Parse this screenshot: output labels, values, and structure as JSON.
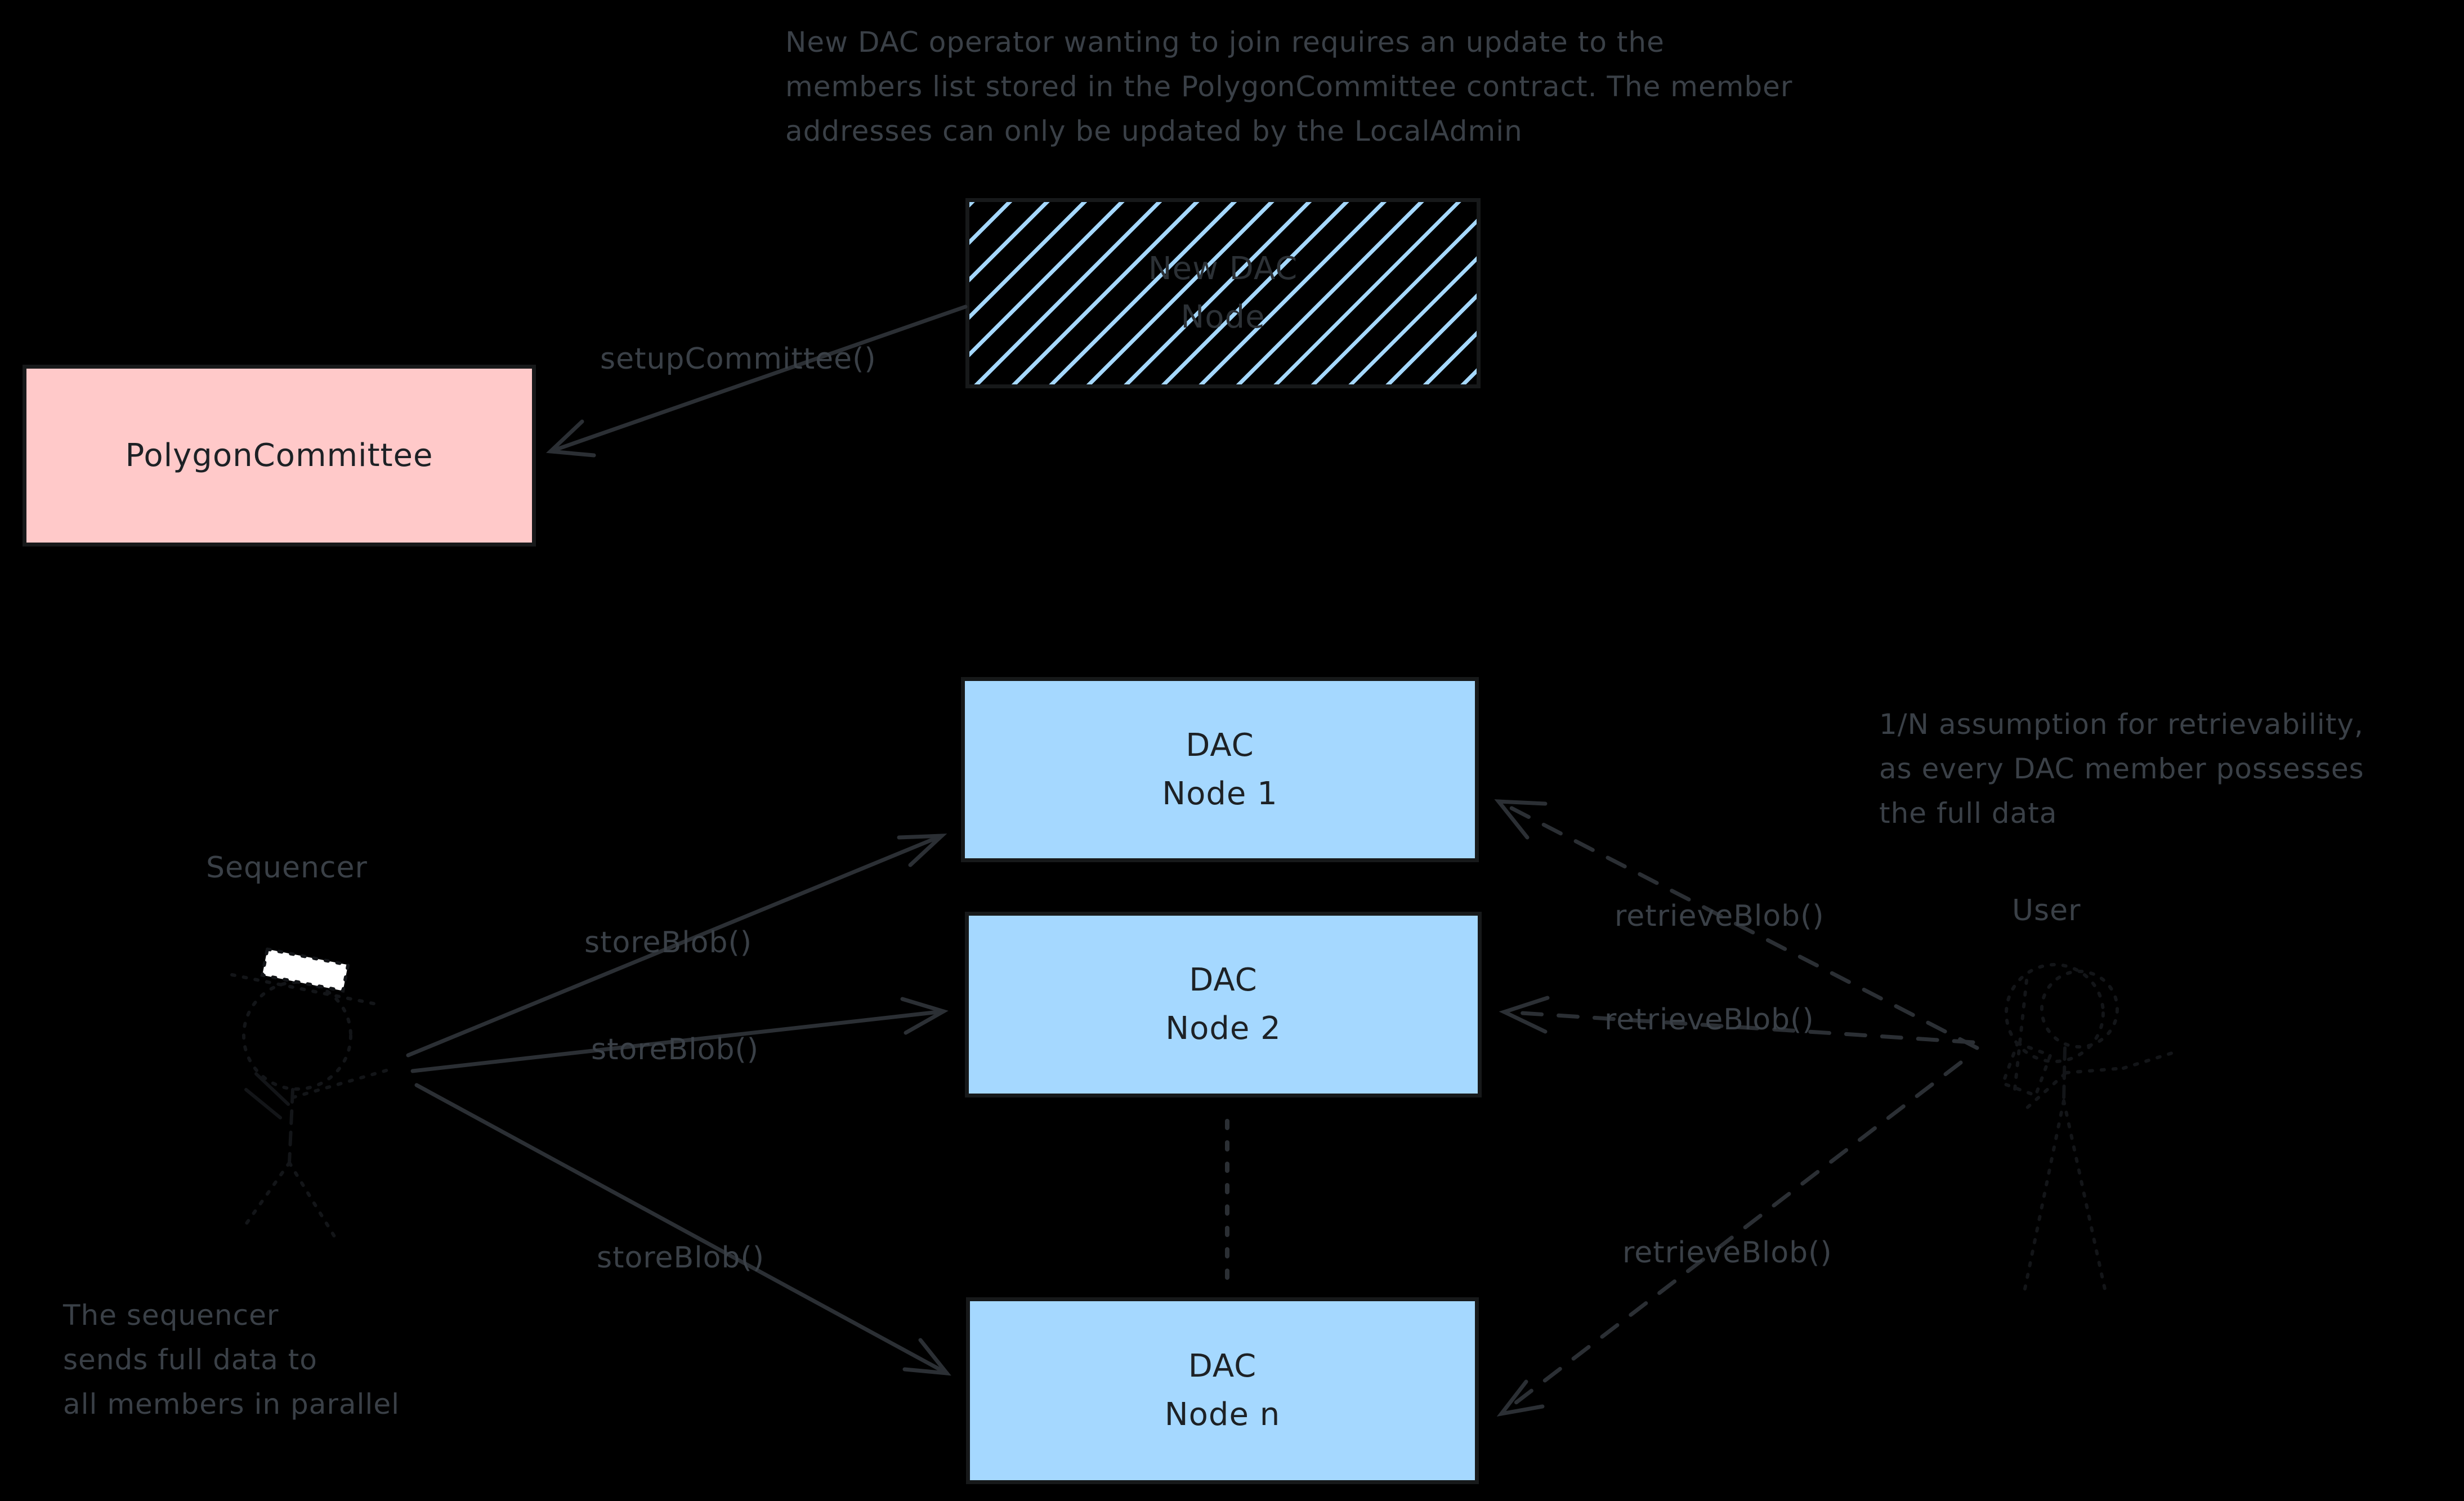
{
  "notes": {
    "top": "New DAC operator wanting to join requires an update to the\nmembers list stored in the PolygonCommittee contract. The member\naddresses can only be updated by the LocalAdmin",
    "right": "1/N assumption for retrievability,\nas every DAC member possesses\nthe full data",
    "bottom_left": "The sequencer\nsends full data to\nall members in parallel"
  },
  "boxes": {
    "new_dac_node": {
      "label": "New DAC\nNode"
    },
    "polygon_committee": {
      "label": "PolygonCommittee"
    },
    "dac_nodes": [
      {
        "label": "DAC\nNode 1"
      },
      {
        "label": "DAC\nNode 2"
      },
      {
        "label": "DAC\nNode n"
      }
    ]
  },
  "actors": {
    "sequencer": {
      "label": "Sequencer"
    },
    "user": {
      "label": "User"
    }
  },
  "edges": {
    "setup_committee": "setupCommittee()",
    "store_blob": "storeBlob()",
    "retrieve_blob": "retrieveBlob()"
  },
  "colors": {
    "background": "#000000",
    "node_fill": "#a5d8ff",
    "committee_fill": "#ffc9c9",
    "hatch_stripe": "#a5d8ff",
    "box_border": "#17191a",
    "annotation_text": "#3a4047",
    "box_text": "#1d2125",
    "arrow_stroke": "#2b2f34",
    "figure_stroke": "#131518",
    "hat_fill": "#ffffff"
  }
}
